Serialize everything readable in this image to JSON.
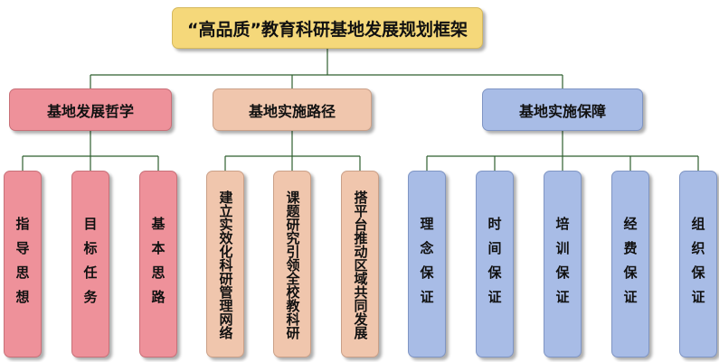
{
  "root_title": "“高品质”教育科研基地发展规划框架",
  "categories": [
    {
      "label": "基地发展哲学",
      "color": "#ee919a",
      "items": [
        "指导思想",
        "目标任务",
        "基本思路"
      ]
    },
    {
      "label": "基地实施路径",
      "color": "#f0c6ad",
      "items": [
        "建立实效化科研管理网络",
        "课题研究引领全校教科研",
        "搭平台推动区域共同发展"
      ]
    },
    {
      "label": "基地实施保障",
      "color": "#a8bce6",
      "items": [
        "理念保证",
        "时间保证",
        "培训保证",
        "经费保证",
        "组织保证"
      ]
    }
  ],
  "connector_color": "#2e5f2e"
}
